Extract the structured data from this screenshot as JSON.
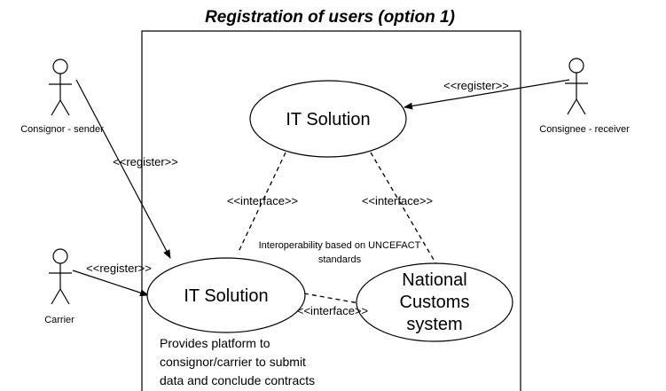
{
  "title": "Registration of users (option 1)",
  "actors": {
    "consignor": "Consignor - sender",
    "consignee": "Consignee - receiver",
    "carrier": "Carrier"
  },
  "use_cases": {
    "it_solution_top": "IT Solution",
    "it_solution_main": "IT Solution",
    "customs_line1": "National",
    "customs_line2": "Customs",
    "customs_line3": "system"
  },
  "connectors": {
    "register_consignor": "<<register>>",
    "register_consignee": "<<register>>",
    "register_carrier": "<<register>>",
    "interface_left": "<<interface>>",
    "interface_right": "<<interface>>",
    "interface_bottom": "<<interface>>"
  },
  "notes": {
    "interop_line1": "Interoperability based on UNCEFACT",
    "interop_line2": "standards",
    "platform_line1": "Provides platform to",
    "platform_line2": "consignor/carrier to submit",
    "platform_line3": "data and conclude contracts"
  }
}
